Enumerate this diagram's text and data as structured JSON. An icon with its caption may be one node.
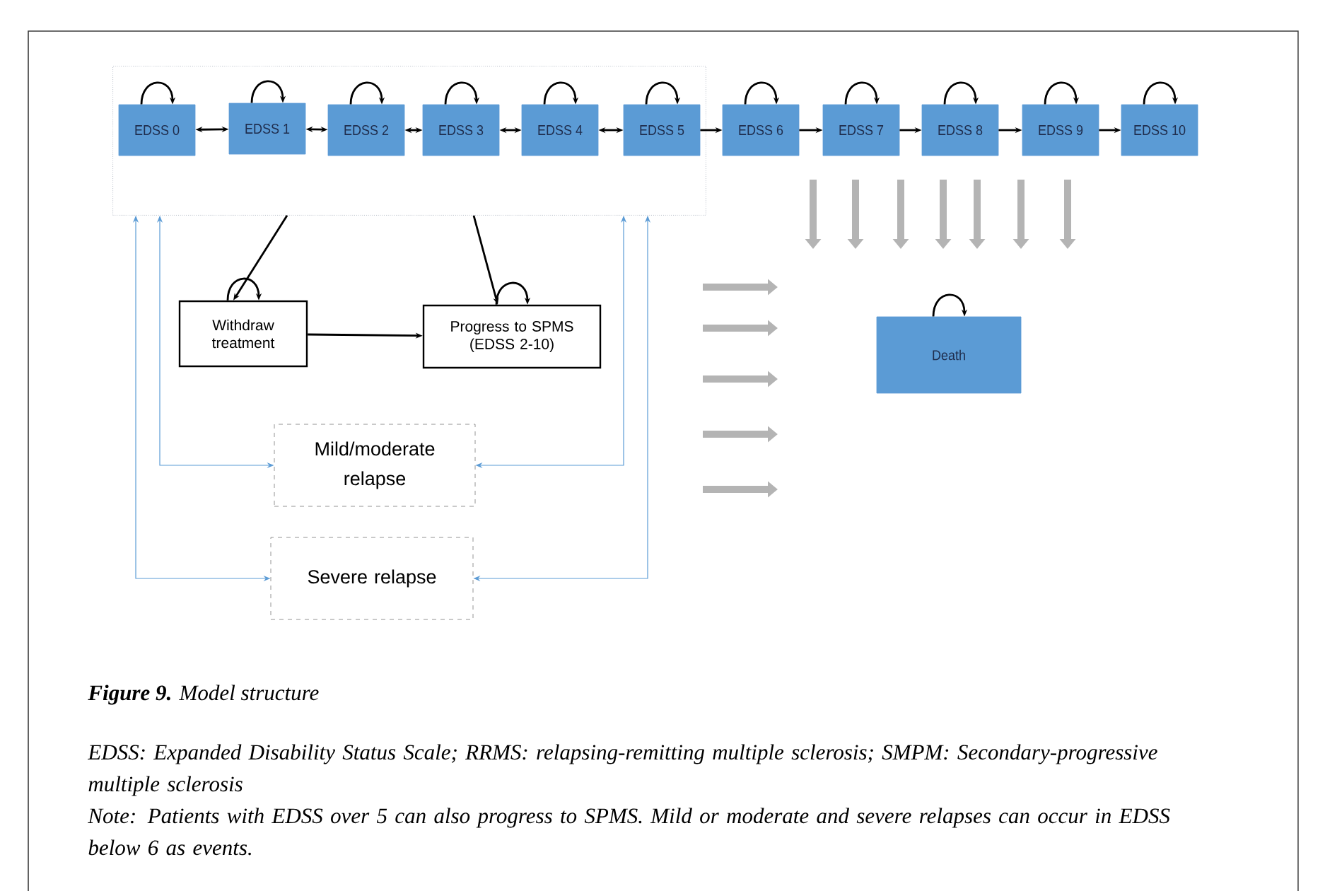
{
  "diagram": {
    "caption": "**Figure 9.** Model structure",
    "nodes": [
      {
        "text": [],
        "shape": "box"
      },
      {
        "text": [
          "EDSS 0"
        ],
        "in": 0
      },
      {
        "text": [
          "EDSS 1"
        ],
        "in": 0
      },
      {
        "text": [
          "EDSS 2"
        ],
        "in": 0
      },
      {
        "text": [
          "EDSS 3"
        ],
        "in": 0
      },
      {
        "text": [
          "EDSS 4"
        ],
        "in": 0
      },
      {
        "text": [
          "EDSS 5"
        ],
        "in": 0
      },
      {
        "text": [
          "EDSS 6"
        ]
      },
      {
        "text": [
          "EDSS 7"
        ]
      },
      {
        "text": [
          "EDSS 8"
        ]
      },
      {
        "text": [
          "EDSS 9"
        ]
      },
      {
        "text": [
          "EDSS 10"
        ]
      },
      {
        "text": [
          "Withdraw treatment"
        ]
      },
      {
        "text": [
          "Progress to SPMS (EDSS 2-10)"
        ]
      },
      {
        "text": [
          "Mild/moderate relapse"
        ]
      },
      {
        "text": [
          "Severe relapse"
        ]
      },
      {
        "text": [
          "Death"
        ]
      }
    ],
    "edges": [
      {
        "from": 1,
        "to": 2,
        "arrow": "both"
      },
      {
        "from": 2,
        "to": 3,
        "arrow": "both"
      },
      {
        "from": 3,
        "to": 4,
        "arrow": "both"
      },
      {
        "from": 4,
        "to": 5,
        "arrow": "both"
      },
      {
        "from": 5,
        "to": 6,
        "arrow": "both"
      },
      {
        "from": 6,
        "to": 7,
        "arrow": "to"
      },
      {
        "from": 7,
        "to": 8,
        "arrow": "to"
      },
      {
        "from": 8,
        "to": 9,
        "arrow": "to"
      },
      {
        "from": 9,
        "to": 10,
        "arrow": "to"
      },
      {
        "from": 10,
        "to": 11,
        "arrow": "to"
      },
      {
        "from": 1,
        "to": 1,
        "arrow": "to"
      },
      {
        "from": 2,
        "to": 2,
        "arrow": "to"
      },
      {
        "from": 3,
        "to": 3,
        "arrow": "to"
      },
      {
        "from": 4,
        "to": 4,
        "arrow": "to"
      },
      {
        "from": 5,
        "to": 5,
        "arrow": "to"
      },
      {
        "from": 6,
        "to": 6,
        "arrow": "to"
      },
      {
        "from": 7,
        "to": 7,
        "arrow": "to"
      },
      {
        "from": 8,
        "to": 8,
        "arrow": "to"
      },
      {
        "from": 9,
        "to": 9,
        "arrow": "to"
      },
      {
        "from": 10,
        "to": 10,
        "arrow": "to"
      },
      {
        "from": 11,
        "to": 11,
        "arrow": "to"
      },
      {
        "from": 12,
        "to": 12,
        "arrow": "to"
      },
      {
        "from": 13,
        "to": 13,
        "arrow": "to"
      },
      {
        "from": 16,
        "to": 16,
        "arrow": "to"
      },
      {
        "from": 0,
        "to": 12,
        "arrow": "to"
      },
      {
        "from": 0,
        "to": 13,
        "arrow": "to"
      },
      {
        "from": 12,
        "to": 13,
        "arrow": "to"
      },
      {
        "from": 0,
        "to": 14,
        "arrow": "both",
        "color": "#5b9bd5"
      },
      {
        "from": 0,
        "to": 15,
        "arrow": "both",
        "color": "#5b9bd5"
      },
      {
        "from": 0,
        "to": 14,
        "arrow": "both",
        "color": "#5b9bd5"
      },
      {
        "from": 0,
        "to": 15,
        "arrow": "both",
        "color": "#5b9bd5"
      }
    ],
    "labels": [
      "EDSS: Expanded Disability Status Scale; RRMS: relapsing-remitting multiple sclerosis; SMPM: Secondary-progressive multiple sclerosis",
      "Note: Patients with EDSS over 5 can also progress to SPMS. Mild or moderate and severe relapses can occur in EDSS below 6 as events."
    ]
  }
}
